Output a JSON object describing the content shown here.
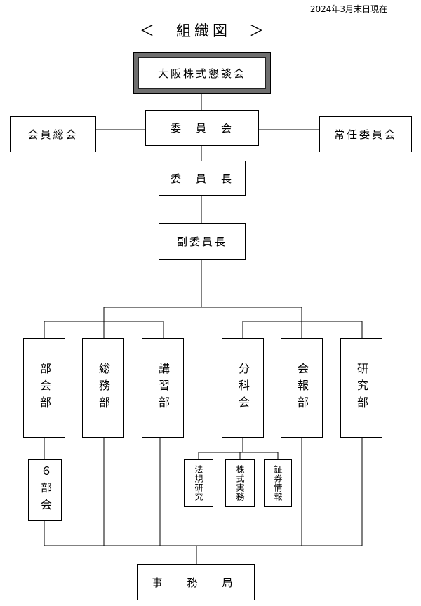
{
  "header": {
    "date": "2024年3月末日現在",
    "title": "＜　組織図　＞"
  },
  "top": "大阪株式懇談会",
  "committee": "委　員　会",
  "general_meeting": "会員総会",
  "standing_committee": "常任委員会",
  "chair": "委　員　長",
  "vice_chair": "副委員長",
  "departments": [
    "部会部",
    "総務部",
    "講習部",
    "分科会",
    "会報部",
    "研究部"
  ],
  "sub_bukai": "６部会",
  "subcommittees": [
    "法規研究",
    "株式実務",
    "証券情報"
  ],
  "secretariat": "事　務　局"
}
